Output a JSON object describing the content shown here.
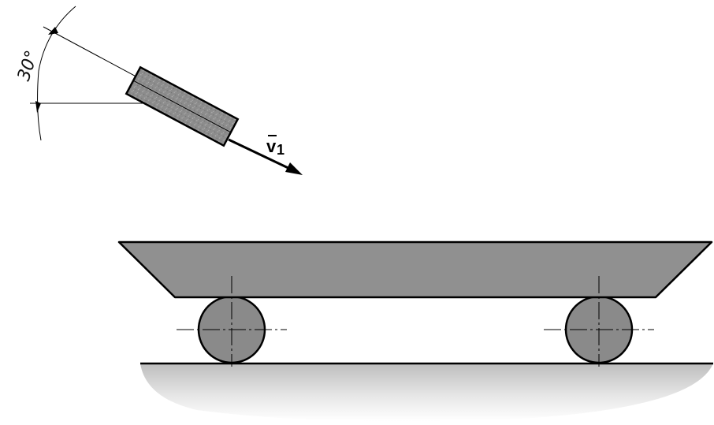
{
  "diagram": {
    "angle_label": "30°",
    "velocity_label": "v",
    "velocity_subscript": "1",
    "angle_degrees": 30
  },
  "colors": {
    "cart_fill": "#909090",
    "wheel_fill": "#8a8a8a",
    "projectile_fill": "#8f8f8f",
    "ground_shade": "#c4c4c4",
    "line": "#000000"
  }
}
